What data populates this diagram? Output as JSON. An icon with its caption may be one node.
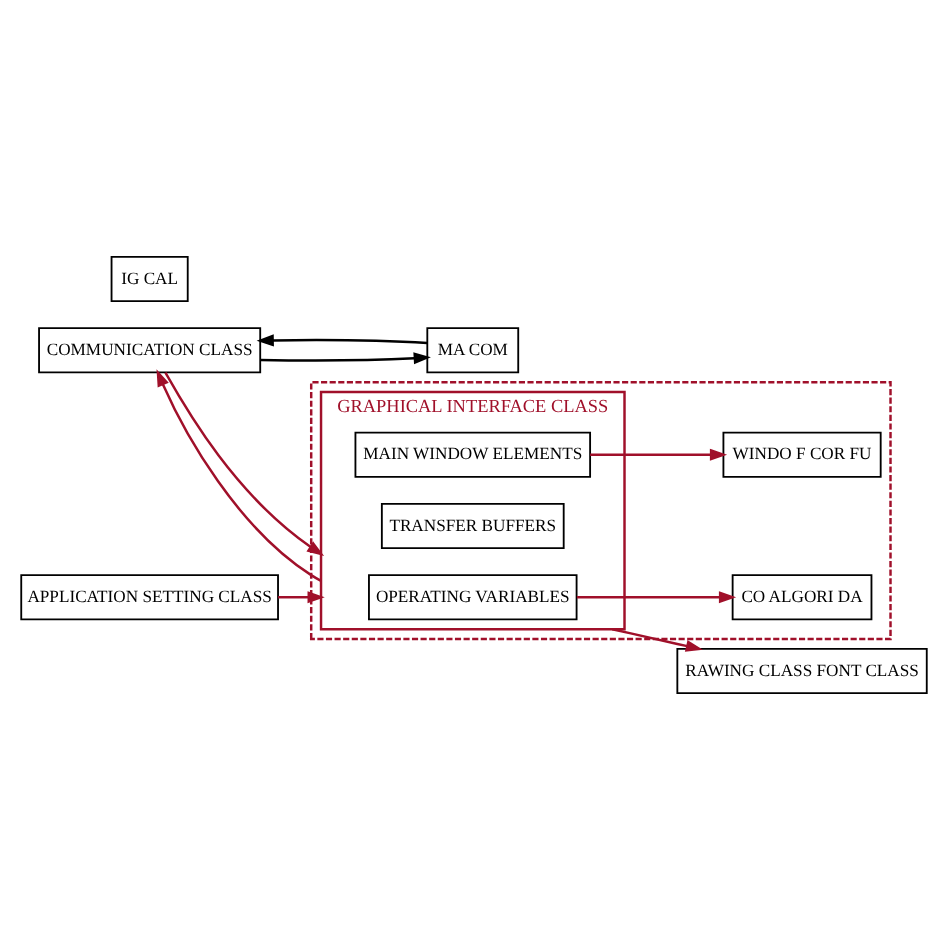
{
  "diagram": {
    "nodes": [
      {
        "text": [
          "COMMUNICATION CLASS"
        ]
      },
      {
        "text": [
          "MA COM"
        ]
      },
      {
        "text": [
          "APPLICATION SETTING CLASS"
        ]
      },
      {
        "text": [],
        "shape": "box"
      },
      {
        "text": [
          "GRAPHICAL INTERFACE CLASS"
        ],
        "in": 3
      },
      {
        "text": [
          "OPERATING VARIABLES"
        ],
        "in": 4
      },
      {
        "text": [
          "TRANSFER BUFFERS"
        ],
        "in": 4
      },
      {
        "text": [
          "MAIN WINDOW ELEMENTS"
        ],
        "in": 4
      },
      {
        "text": [
          "CO ALGORI DA"
        ],
        "in": 3
      },
      {
        "text": [
          "WINDO F COR FU"
        ],
        "in": 3
      },
      {
        "text": [
          "RAWING CLASS FONT CLASS"
        ]
      },
      {
        "text": [
          "IG CAL"
        ]
      }
    ],
    "edges": [
      {
        "from": 0,
        "to": 1,
        "arrow": "to",
        "color": "#000000"
      },
      {
        "from": 1,
        "to": 0,
        "arrow": "to",
        "color": "#000000"
      },
      {
        "from": 0,
        "to": 4,
        "arrow": "to"
      },
      {
        "from": 4,
        "to": 0,
        "arrow": "to"
      },
      {
        "from": 2,
        "to": 4,
        "arrow": "to"
      },
      {
        "from": 5,
        "to": 8,
        "arrow": "to"
      },
      {
        "from": 7,
        "to": 9,
        "arrow": "to"
      },
      {
        "from": 4,
        "to": 10,
        "arrow": "to"
      }
    ]
  }
}
